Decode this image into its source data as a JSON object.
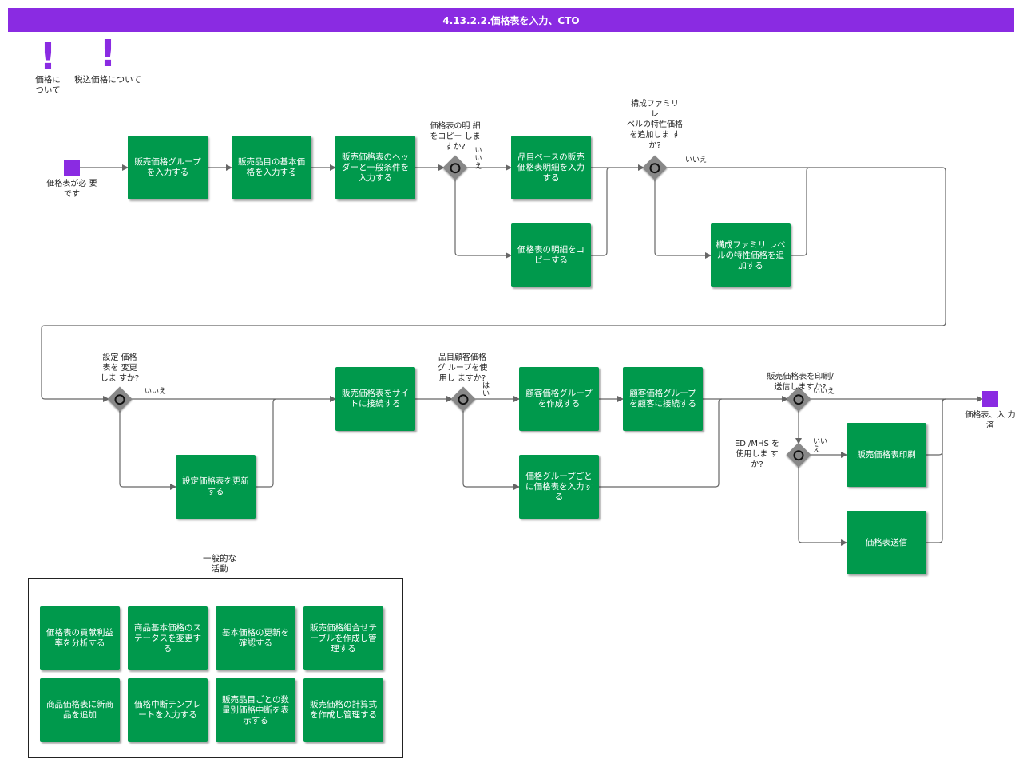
{
  "title": "4.13.2.2.価格表を入力、CTO",
  "notes": [
    {
      "icon": "exclamation-icon",
      "label": "価格に\nついて"
    },
    {
      "icon": "exclamation-icon",
      "label": "税込価格について"
    }
  ],
  "events": {
    "start": "価格表が必 要\nです",
    "end": "価格表、入 力\n済"
  },
  "tasks": {
    "t1": "販売価格グループを入力する",
    "t2": "販売品目の基本価格を入力する",
    "t3": "販売価格表のヘッダーと一般条件を入力する",
    "t4": "品目ベースの販売価格表明細を入力する",
    "t5": "価格表の明細をコピーする",
    "t6": "構成ファミリ レベルの特性価格を追加する",
    "t7": "設定価格表を更新する",
    "t8": "販売価格表をサイトに接続する",
    "t9": "顧客価格グループを作成する",
    "t10": "顧客価格グループを顧客に接続する",
    "t11": "価格グループごとに価格表を入力する",
    "t12": "販売価格表印刷",
    "t13": "価格表送信"
  },
  "gateways": {
    "g1": "価格表の明 細\nをコピー しま\nすか?",
    "g2": "構成ファミリ\nレ\nベルの特性価格\nを追加しま す\nか?",
    "g3": "設定 価格\n表を 変更\nしま すか?",
    "g4": "品目顧客価格\nグ ループを使\n用し ますか?",
    "g5": "販売価格表を印刷/\n送信しますか?",
    "g6": "EDI/MHS を\n使用しま す\nか?"
  },
  "edge_labels": {
    "g1_no": "い\nい\nえ",
    "g2_no": "いいえ",
    "g3_no": "いいえ",
    "g4_yes": "は\nい",
    "g5_no": "いいえ",
    "g6_no": "いい\nえ"
  },
  "group": {
    "title": "一般的な\n活動",
    "items": [
      "価格表の貢献利益率を分析する",
      "商品基本価格のステータスを変更する",
      "基本価格の更新を確認する",
      "販売価格組合せテーブルを作成し管理する",
      "商品価格表に新商品を追加",
      "価格中断テンプレ ートを入力する",
      "販売品目ごとの数量別価格中断を表示する",
      "販売価格の計算式を作成し管理する"
    ]
  },
  "colors": {
    "header": "#8a2be2",
    "task": "#00994c",
    "gateway": "#888888",
    "event": "#8a2be2",
    "connector": "#666666"
  }
}
